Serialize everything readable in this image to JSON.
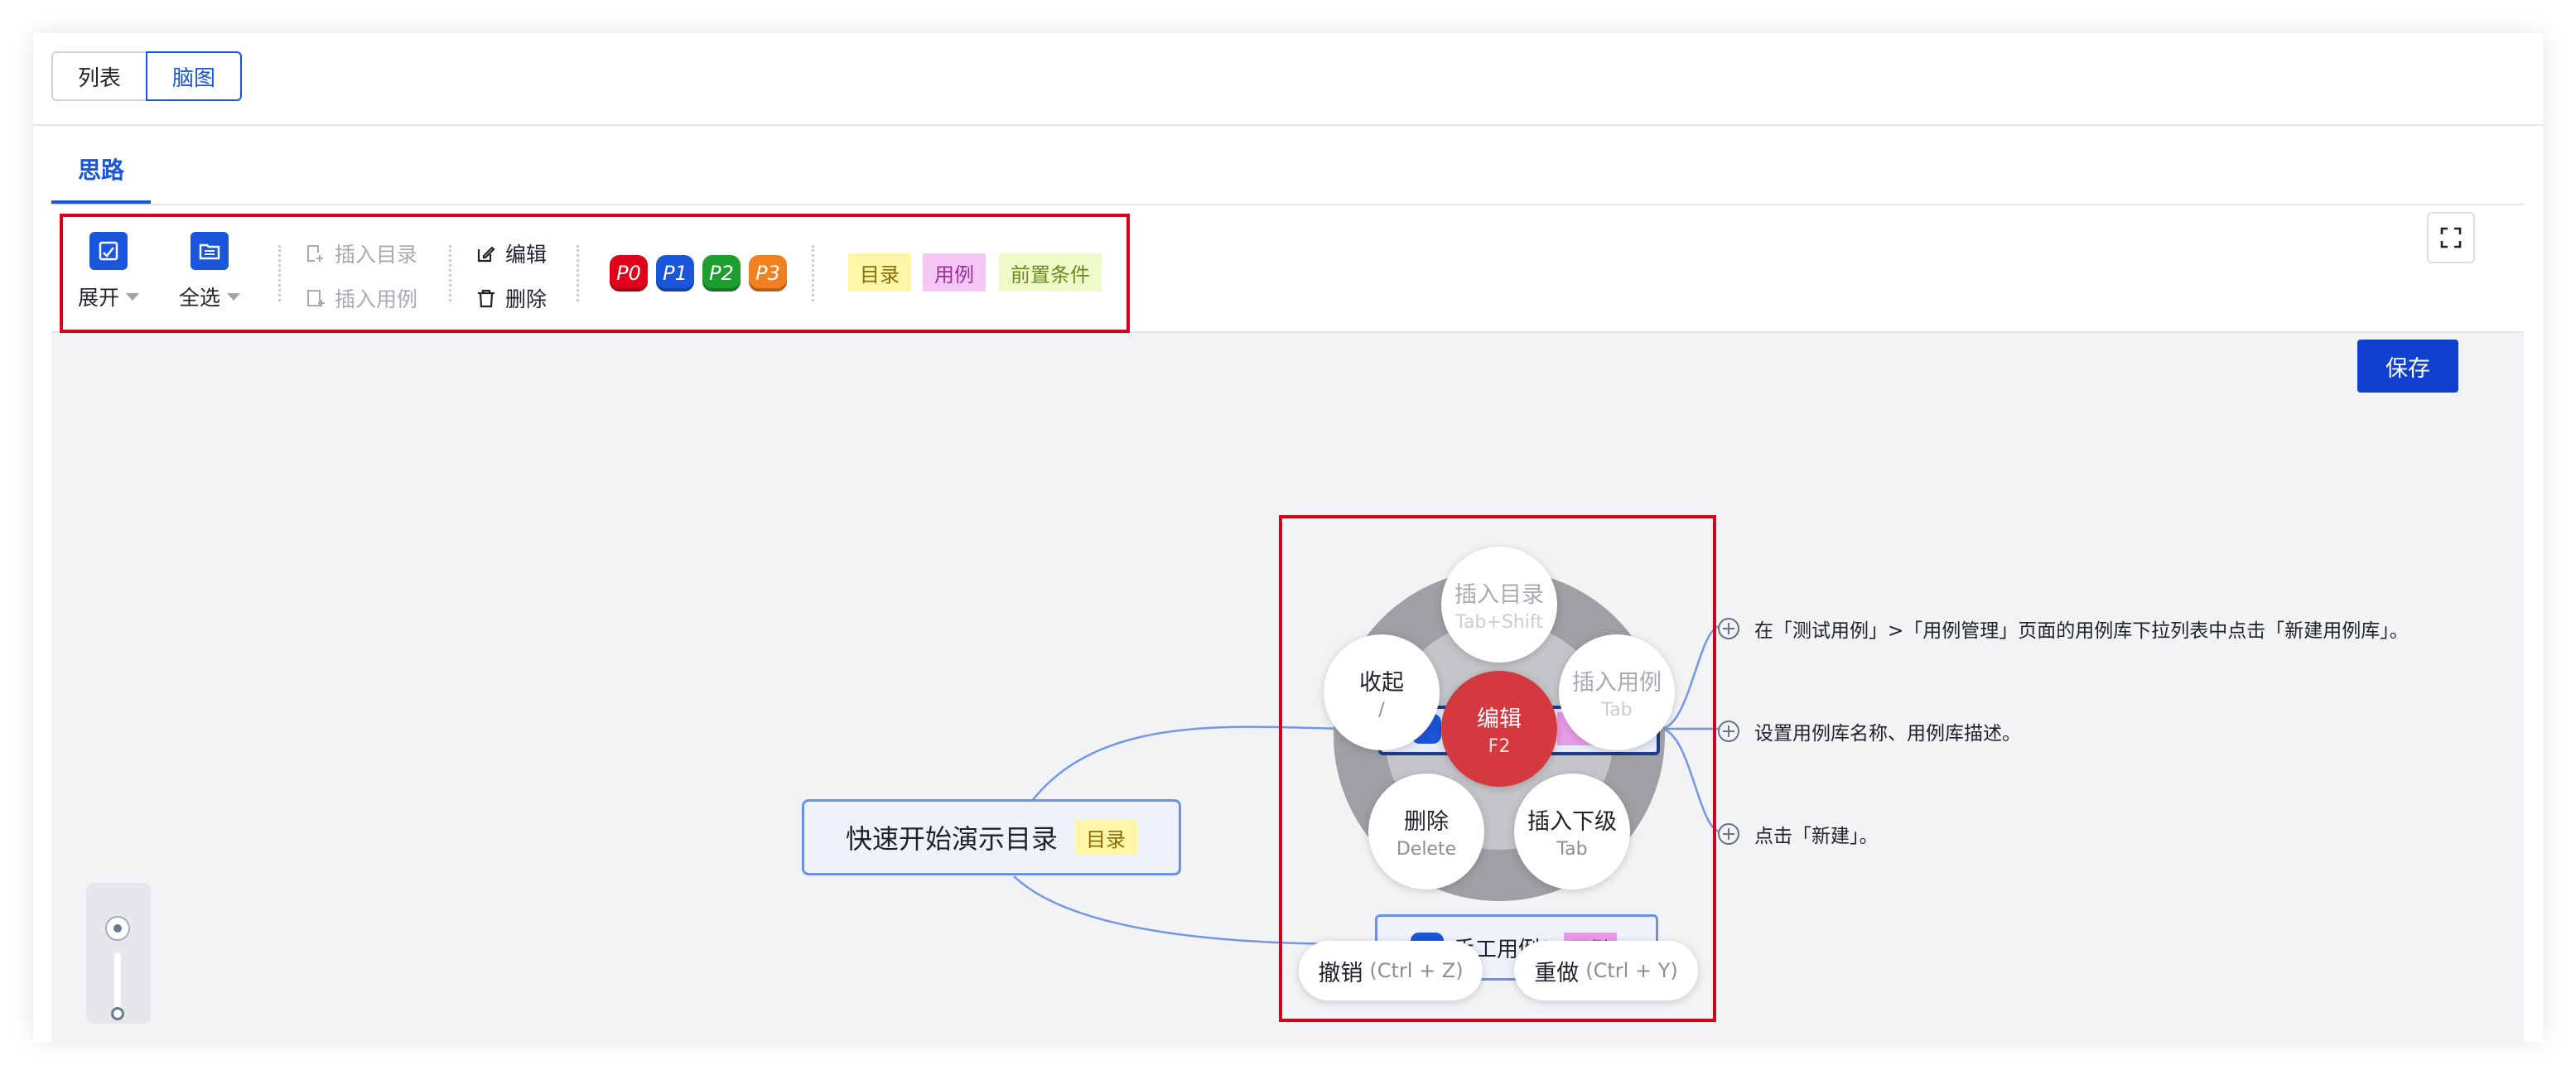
{
  "view_toggle": {
    "list": "列表",
    "mindmap": "脑图"
  },
  "tabs": [
    {
      "label": "思路"
    }
  ],
  "toolbar": {
    "expand": "展开",
    "select_all": "全选",
    "insert_dir": "插入目录",
    "insert_case": "插入用例",
    "edit": "编辑",
    "delete": "删除",
    "priorities": [
      "P0",
      "P1",
      "P2",
      "P3"
    ],
    "tags": [
      "目录",
      "用例",
      "前置条件"
    ]
  },
  "save_label": "保存",
  "root": {
    "title": "快速开始演示目录",
    "tag": "目录"
  },
  "child2": {
    "priority": "P1",
    "title": "手工用例2",
    "tag": "用例"
  },
  "steps": [
    "在「测试用例」>「用例管理」页面的用例库下拉列表中点击「新建用例库」。",
    "设置用例库名称、用例库描述。",
    "点击「新建」。"
  ],
  "radial_menu": {
    "center": {
      "label": "编辑",
      "key": "F2"
    },
    "insert_dir": {
      "label": "插入目录",
      "key": "Tab+Shift"
    },
    "insert_case": {
      "label": "插入用例",
      "key": "Tab"
    },
    "collapse": {
      "label": "收起",
      "key": "/"
    },
    "delete": {
      "label": "删除",
      "key": "Delete"
    },
    "insert_child": {
      "label": "插入下级",
      "key": "Tab"
    },
    "undo": {
      "label": "撤销",
      "key": "(Ctrl + Z)"
    },
    "redo": {
      "label": "重做",
      "key": "(Ctrl + Y)"
    }
  },
  "colors": {
    "accent": "#1a56db",
    "p0": "#e0001b",
    "p1": "#1a56db",
    "p2": "#1e9e2f",
    "p3": "#f08020",
    "highlight_outline": "#d9001b"
  }
}
